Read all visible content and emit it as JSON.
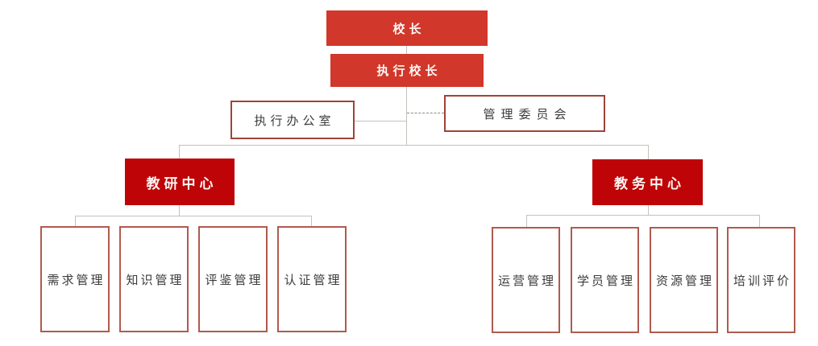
{
  "org": {
    "principal": "校长",
    "executive_principal": "执行校长",
    "executive_office": "执行办公室",
    "management_committee": "管理委员会",
    "centers": [
      {
        "label": "教研中心",
        "children": [
          "需求管理",
          "知识管理",
          "评鉴管理",
          "认证管理"
        ]
      },
      {
        "label": "教务中心",
        "children": [
          "运营管理",
          "学员管理",
          "资源管理",
          "培训评价"
        ]
      }
    ]
  },
  "colors": {
    "primary_red_fill": "#d1372a",
    "dark_red_fill": "#be0406",
    "outline_border": "#9e4438",
    "outline_border_light": "#b05a4e",
    "connector_line": "#c6c2bc",
    "dashed_line": "#8c8a84",
    "text_dark": "#3b3b3b",
    "text_white": "#ffffff",
    "background": "#ffffff"
  }
}
